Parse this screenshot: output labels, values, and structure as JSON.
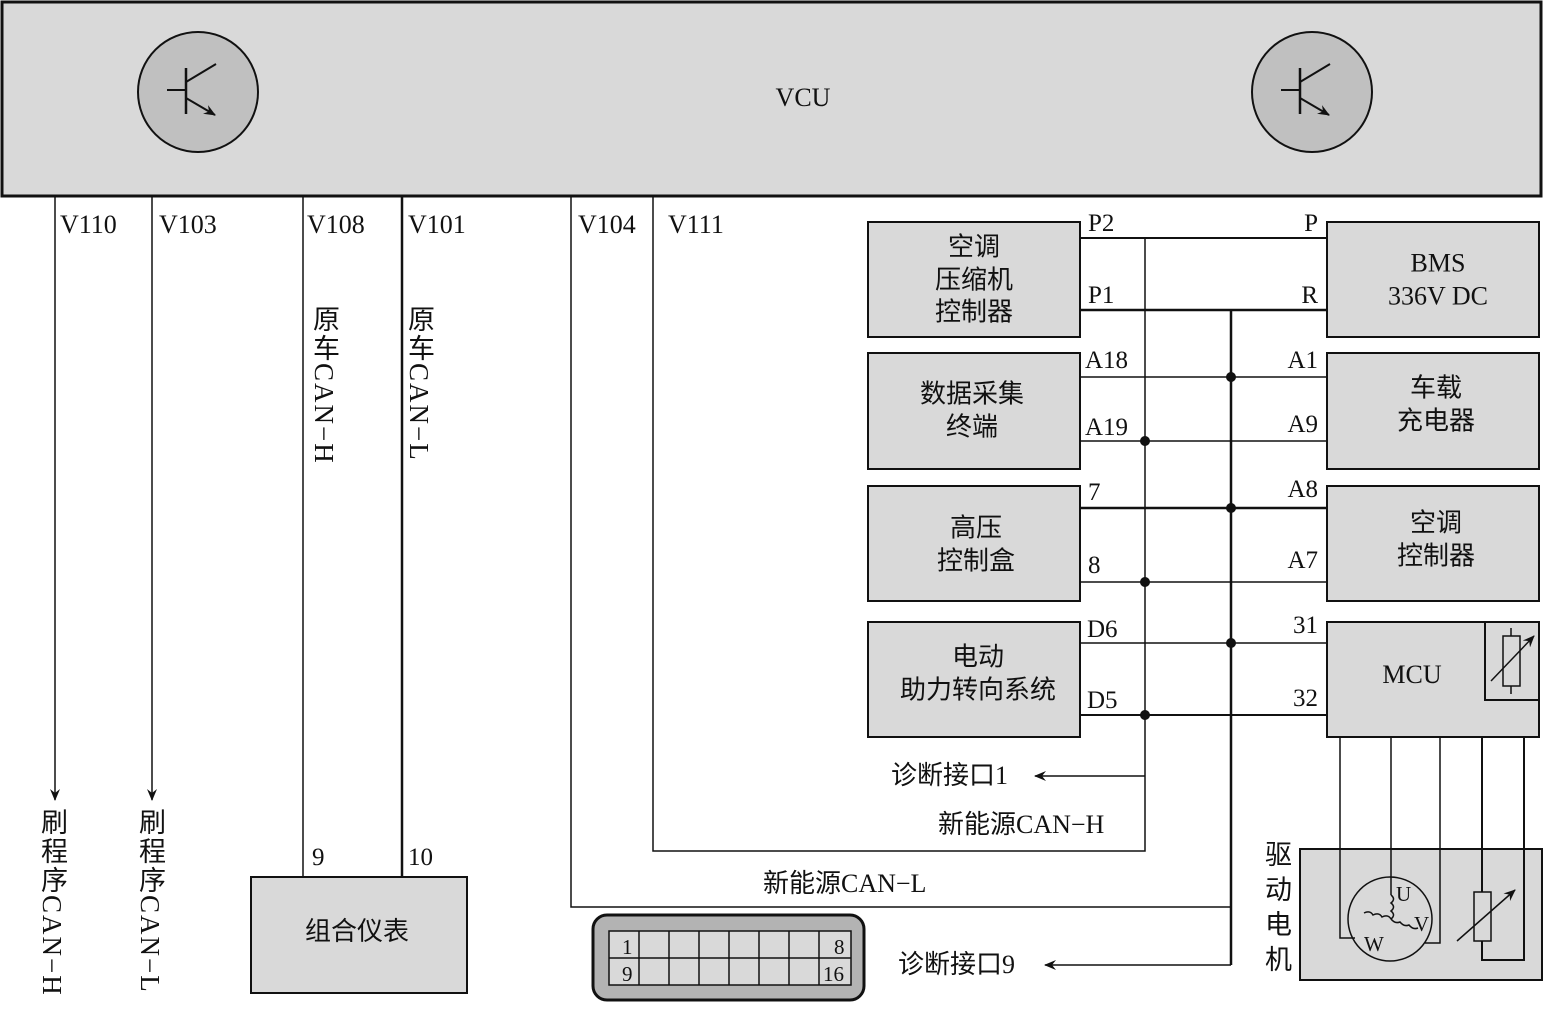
{
  "vcu": {
    "label": "VCU"
  },
  "wires": {
    "v110": "V110",
    "v103": "V103",
    "v108": "V108",
    "v101": "V101",
    "v104": "V104",
    "v111": "V111"
  },
  "left_labels": {
    "flash_can_h": "刷程序CAN−H",
    "flash_can_l": "刷程序CAN−L",
    "orig_can_h": "原车CAN−H",
    "orig_can_l": "原车CAN−L"
  },
  "cluster": {
    "label": "组合仪表",
    "pin9": "9",
    "pin10": "10"
  },
  "left_modules": [
    {
      "label": "空调\n压缩机\n控制器",
      "pin_top": "P2",
      "pin_bottom": "P1"
    },
    {
      "label": "数据采集\n终端",
      "pin_top": "A18",
      "pin_bottom": "A19"
    },
    {
      "label": "高压\n控制盒",
      "pin_top": "7",
      "pin_bottom": "8"
    },
    {
      "label": "电动\n助力转向系统",
      "pin_top": "D6",
      "pin_bottom": "D5"
    }
  ],
  "right_modules": [
    {
      "label": "BMS\n336V DC",
      "pin_top": "P",
      "pin_bottom": "R"
    },
    {
      "label": "车载\n充电器",
      "pin_top": "A1",
      "pin_bottom": "A9"
    },
    {
      "label": "空调\n控制器",
      "pin_top": "A8",
      "pin_bottom": "A7"
    },
    {
      "label": "MCU",
      "pin_top": "31",
      "pin_bottom": "32"
    }
  ],
  "motor": {
    "label": "驱动电机",
    "u": "U",
    "v": "V",
    "w": "W"
  },
  "bus": {
    "diag1": "诊断接口1",
    "can_h": "新能源CAN−H",
    "can_l": "新能源CAN−L",
    "diag9": "诊断接口9"
  },
  "obd": {
    "pin1": "1",
    "pin8": "8",
    "pin9": "9",
    "pin16": "16"
  },
  "colors": {
    "box_fill": "#d9d9d9",
    "circle_fill": "#c0c0c0",
    "connector_fill": "#b3b3b3",
    "line": "#111111"
  }
}
